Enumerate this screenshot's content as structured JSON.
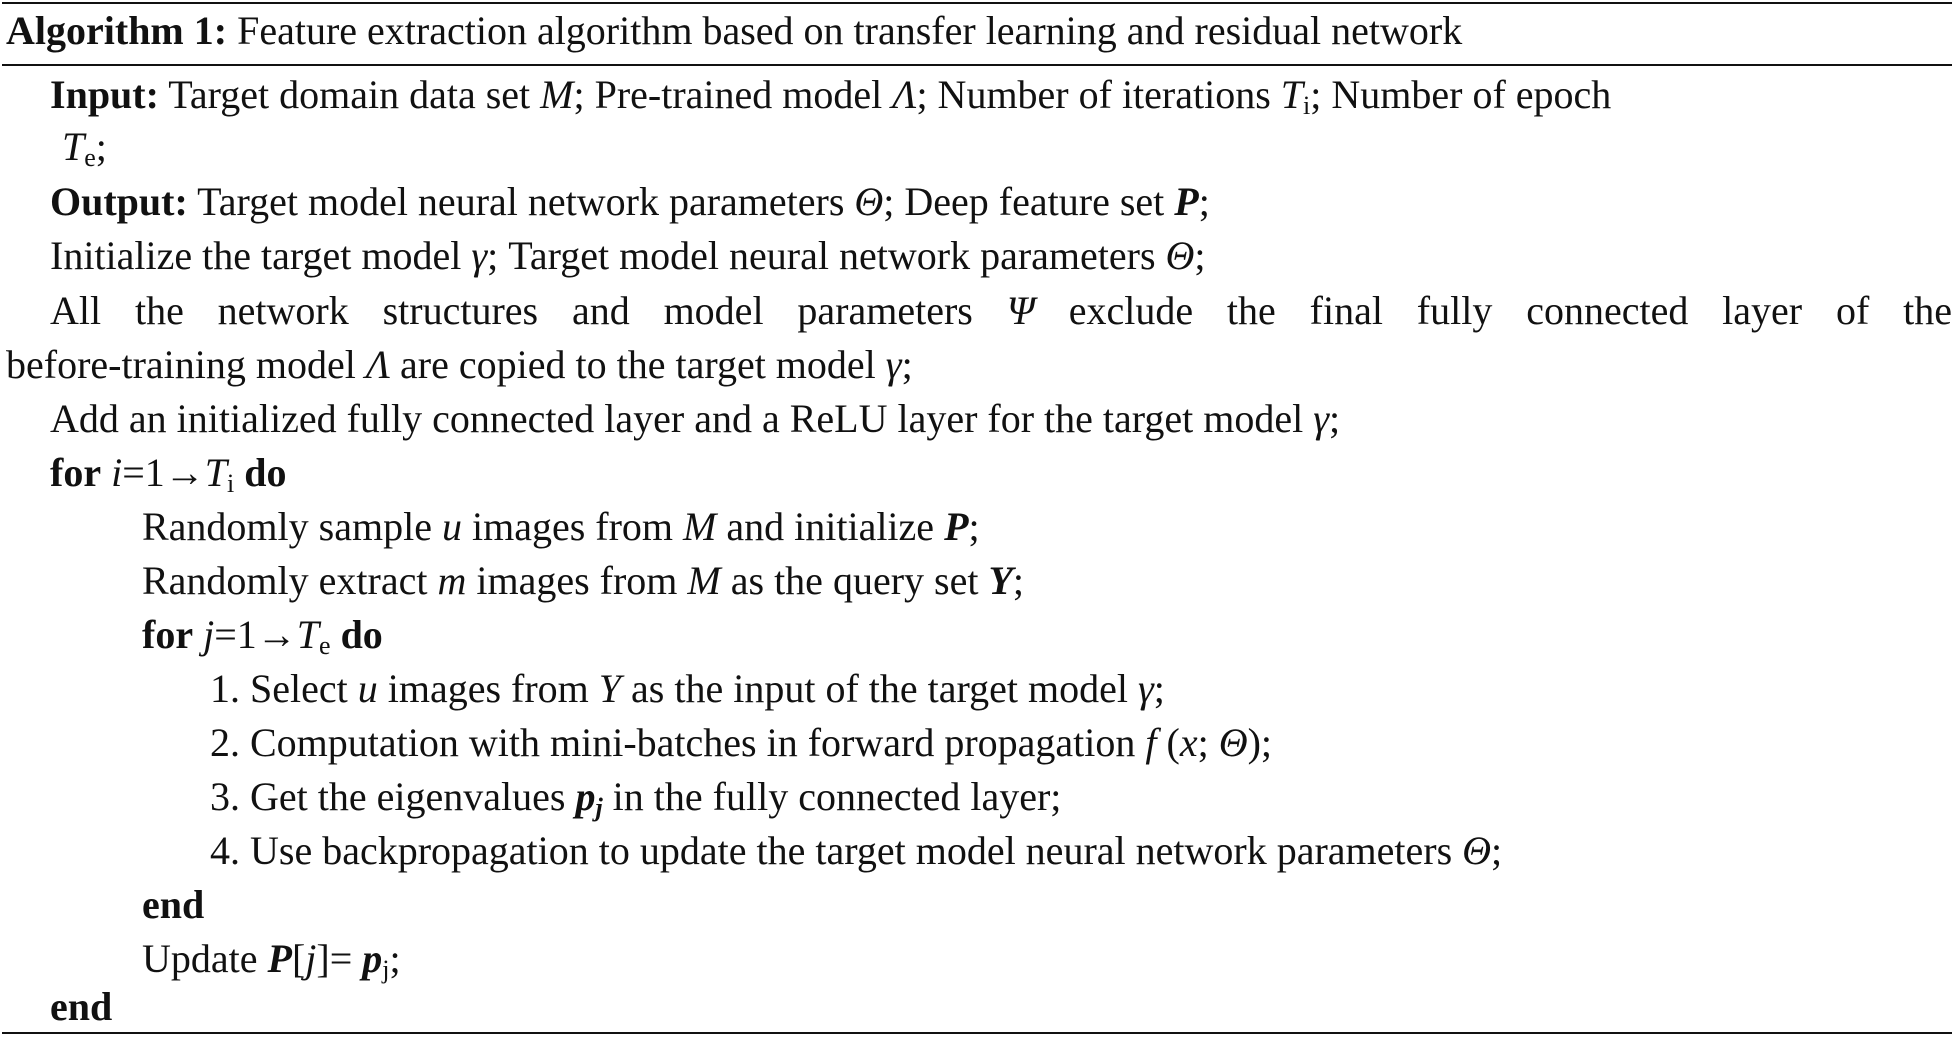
{
  "algorithm": {
    "label": "Algorithm 1:",
    "title": "Feature extraction algorithm based on transfer learning and residual network"
  },
  "keywords": {
    "input": "Input:",
    "output": "Output:",
    "for": "for",
    "do": "do",
    "end": "end"
  },
  "symbols": {
    "M": "M",
    "Lambda": "Λ",
    "T": "T",
    "i_sub": "i",
    "e_sub": "e",
    "Theta": "Θ",
    "P": "P",
    "gamma": "γ",
    "Psi": "Ψ",
    "u": "u",
    "m": "m",
    "Y": "Y",
    "i": "i",
    "j": "j",
    "f": "f",
    "x": "x",
    "p": "p",
    "j_sub": "j"
  },
  "lines": {
    "input_a": "Target domain data set",
    "input_b": "; Pre-trained model",
    "input_c": "; Number of iterations",
    "input_d": "; Number of epoch",
    "input_e": ";",
    "output_a": "Target model neural network parameters",
    "output_b": "; Deep feature set",
    "output_c": ";",
    "init_a": "Initialize the target model",
    "init_b": "; Target model neural network parameters",
    "init_c": ";",
    "copy1_a": "All the network structures and model parameters",
    "copy1_b": "exclude the final fully connected layer of the",
    "copy2_a": "before-training model",
    "copy2_b": "are copied to the target model",
    "copy2_c": ";",
    "add_a": "Add an initialized fully connected layer and a ReLU layer for the target model",
    "add_b": ";",
    "for1_eq": "=1→",
    "sample_a": "Randomly sample",
    "sample_b": "images from",
    "sample_c": "and initialize",
    "sample_d": ";",
    "extract_a": "Randomly extract",
    "extract_b": "images from",
    "extract_c": "as the query set",
    "extract_d": ";",
    "for2_eq": "=1→",
    "step1_a": "1. Select",
    "step1_b": "images from",
    "step1_c": "as the input of the target model",
    "step1_d": ";",
    "step2_a": "2. Computation with mini-batches in forward propagation",
    "step2_b": "(",
    "step2_c": ";",
    "step2_d": ");",
    "step3_a": "3. Get the eigenvalues",
    "step3_b": "in the fully connected layer;",
    "step4_a": "4. Use backpropagation to update the target model neural network parameters",
    "step4_b": ";",
    "update_a": "Update",
    "update_b": "[",
    "update_c": "]=",
    "update_d": ";"
  }
}
